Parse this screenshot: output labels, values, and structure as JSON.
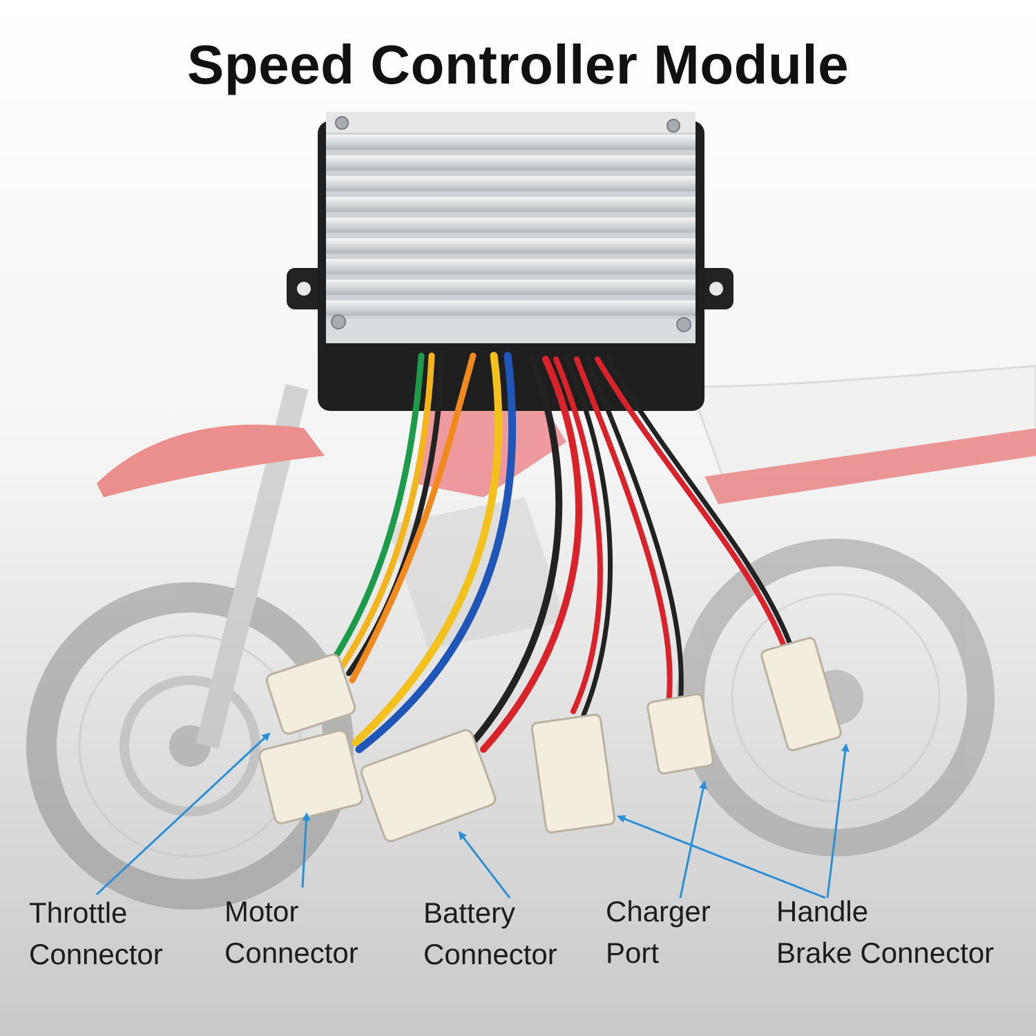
{
  "title": "Speed Controller Module",
  "colors": {
    "arrow": "#2a8fd6",
    "heatsink": "#d9dcdf",
    "housing": "#1f1f1f",
    "connector": "#f3ede0"
  },
  "wires": [
    "green",
    "yellow",
    "orange",
    "black",
    "blue",
    "red"
  ],
  "callouts": [
    {
      "line1": "Throttle",
      "line2": "Connector"
    },
    {
      "line1": "Motor",
      "line2": "Connector"
    },
    {
      "line1": "Battery",
      "line2": "Connector"
    },
    {
      "line1": "Charger",
      "line2": "Port"
    },
    {
      "line1": "Handle",
      "line2": "Brake Connector"
    }
  ]
}
